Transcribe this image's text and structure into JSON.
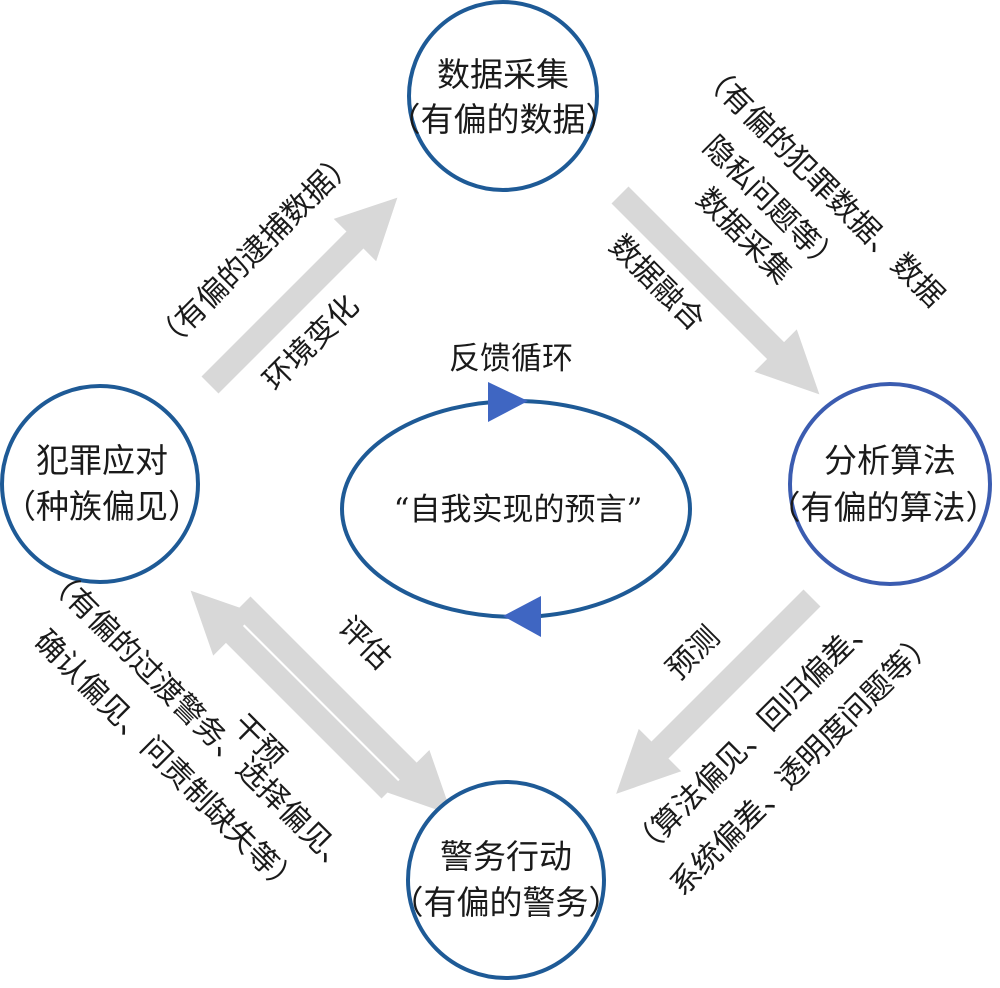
{
  "nodes": {
    "top": {
      "line1": "数据采集",
      "line2": "（有偏的数据）"
    },
    "right": {
      "line1": "分析算法",
      "line2": "（有偏的算法）"
    },
    "bottom": {
      "line1": "警务行动",
      "line2": "（有偏的警务）"
    },
    "left": {
      "line1": "犯罪应对",
      "line2": "（种族偏见）"
    }
  },
  "center": {
    "label": "反馈循环",
    "text": "“自我实现的预言”"
  },
  "edges": {
    "top_right": {
      "inner": "数据融合",
      "outer1": "（有偏的犯罪数据、数据",
      "outer2": "隐私问题等）",
      "outer3": "数据采集"
    },
    "right_bottom": {
      "inner": "预测",
      "outer1": "（算法偏见、回归偏差、",
      "outer2": "系统偏差、透明度问题等）"
    },
    "bottom_left": {
      "inner": "评估",
      "outer0": "干预",
      "outer1": "（有偏的过渡警务、选择偏见、",
      "outer2": "确认偏见、问责制缺失等）"
    },
    "left_top": {
      "inner": "环境变化",
      "outer1": "（有偏的逮捕数据）"
    }
  },
  "colors": {
    "circle_dark": "#1e5a96",
    "circle_right": "#3b5cb0",
    "arrow_gray": "#d8d8d8",
    "triangle": "#3f66c2"
  }
}
